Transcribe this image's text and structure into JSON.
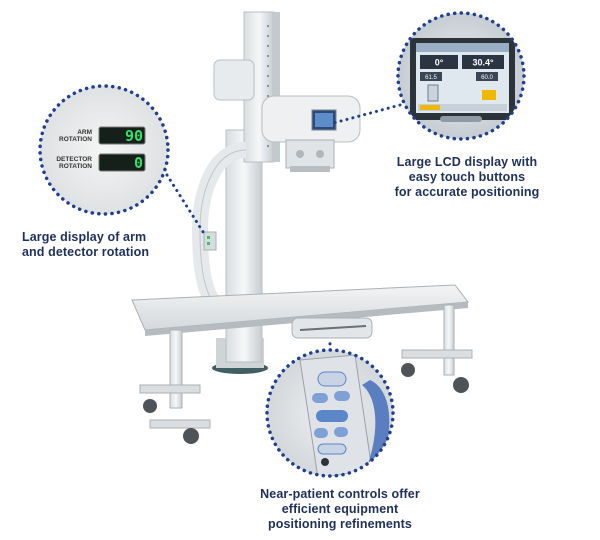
{
  "captions": {
    "lcd": [
      "Large LCD display with",
      "easy touch buttons",
      "for accurate positioning"
    ],
    "arm": [
      "Large display of arm",
      "and detector rotation"
    ],
    "near": [
      "Near-patient controls offer",
      "efficient equipment",
      "positioning refinements"
    ]
  },
  "rotation_display": {
    "arm_label": [
      "ARM",
      "ROTATION"
    ],
    "arm_value": "90",
    "detector_label": [
      "DETECTOR",
      "ROTATION"
    ],
    "detector_value": "0"
  },
  "lcd_screen": {
    "angle_a": "0°",
    "angle_b": "30.4°",
    "value_c": "61.5",
    "value_d": "60.0"
  },
  "colors": {
    "caption": "#1f2f5e",
    "callout_dots": "#1f3f8f",
    "lcd_accent": "#f0b800",
    "led_digits": "#36e06a",
    "panel_blue": "#5b86c8"
  },
  "icons": [
    "x-ray-machine-illustration",
    "dotted-callout-circle",
    "touch-button-icons"
  ]
}
